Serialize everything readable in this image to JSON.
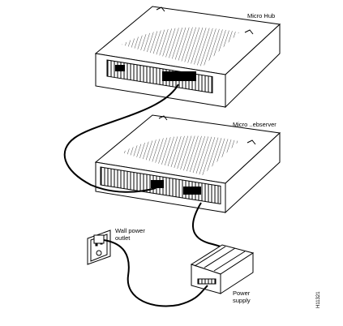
{
  "labels": {
    "micro_hub": "Micro Hub",
    "micro_webserver": "Micro ..ebserver",
    "wall_outlet": "Wall power\noutlet",
    "power_supply": "Power\nsupply",
    "figure_id": "H11321"
  },
  "style": {
    "line_color": "#000000",
    "fill_color": "#ffffff"
  }
}
